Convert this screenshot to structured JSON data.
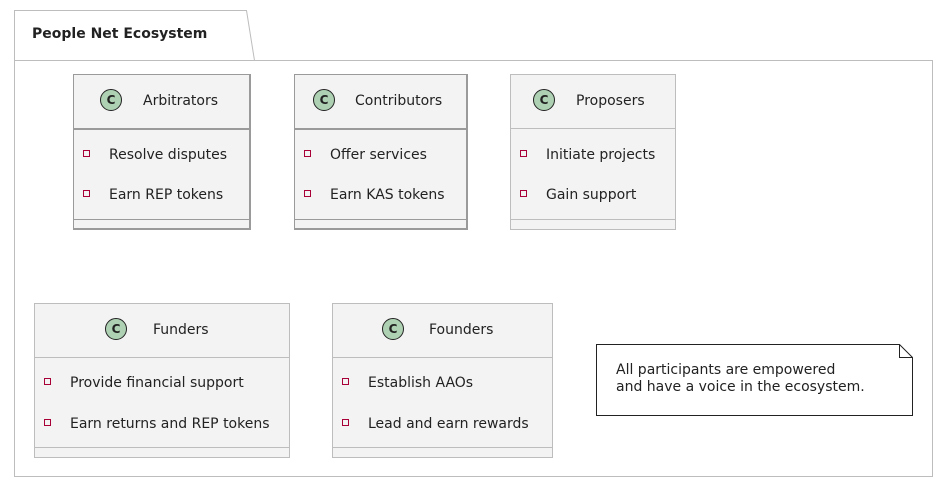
{
  "package": {
    "title": "People Net Ecosystem"
  },
  "classes": [
    {
      "name": "Arbitrators",
      "stereotype_letter": "C",
      "attributes": [
        "Resolve disputes",
        "Earn REP tokens"
      ]
    },
    {
      "name": "Contributors",
      "stereotype_letter": "C",
      "attributes": [
        "Offer services",
        "Earn KAS tokens"
      ]
    },
    {
      "name": "Proposers",
      "stereotype_letter": "C",
      "attributes": [
        "Initiate projects",
        "Gain support"
      ]
    },
    {
      "name": "Funders",
      "stereotype_letter": "C",
      "attributes": [
        "Provide financial support",
        "Earn returns and REP tokens"
      ]
    },
    {
      "name": "Founders",
      "stereotype_letter": "C",
      "attributes": [
        "Establish AAOs",
        "Lead and earn rewards"
      ]
    }
  ],
  "note": {
    "lines": [
      "All participants are empowered",
      "and have a voice in the ecosystem."
    ]
  },
  "colors": {
    "class_fill": "#f3f3f3",
    "class_circle": "#add1b2",
    "attribute_marker": "#a80036",
    "text": "#222222",
    "border": "#bdbdbd"
  }
}
